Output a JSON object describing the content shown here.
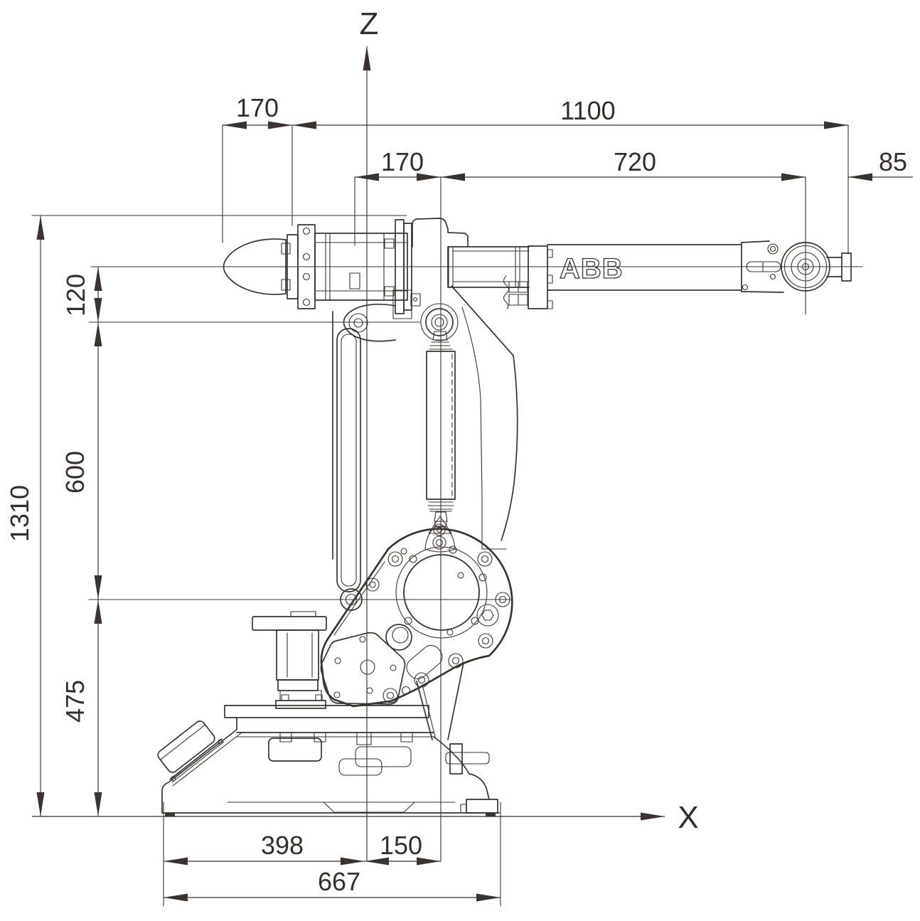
{
  "diagram": {
    "type": "technical-dimension-drawing",
    "subject": "Industrial robot arm, side elevation with overall dimensions",
    "units": "mm",
    "brand_label": "ABB",
    "axes": {
      "vertical_label": "Z",
      "horizontal_label": "X"
    },
    "dimensions": {
      "top_row": [
        {
          "name": "rear-arm-overhang",
          "value": "170"
        },
        {
          "name": "horizontal-reach",
          "value": "1100"
        }
      ],
      "upper_row": [
        {
          "name": "axis-horizontal-offset",
          "value": "170"
        },
        {
          "name": "upper-arm-length",
          "value": "720"
        },
        {
          "name": "wrist-flange-offset",
          "value": "85"
        }
      ],
      "left_column": [
        {
          "name": "arm-centerline-drop",
          "value": "120"
        },
        {
          "name": "lower-arm-length",
          "value": "600"
        },
        {
          "name": "base-to-axis2-height",
          "value": "475"
        },
        {
          "name": "total-height",
          "value": "1310"
        }
      ],
      "bottom_row": [
        {
          "name": "base-front-length",
          "value": "398"
        },
        {
          "name": "base-center-offset",
          "value": "150"
        },
        {
          "name": "base-total-length",
          "value": "667"
        }
      ]
    }
  }
}
